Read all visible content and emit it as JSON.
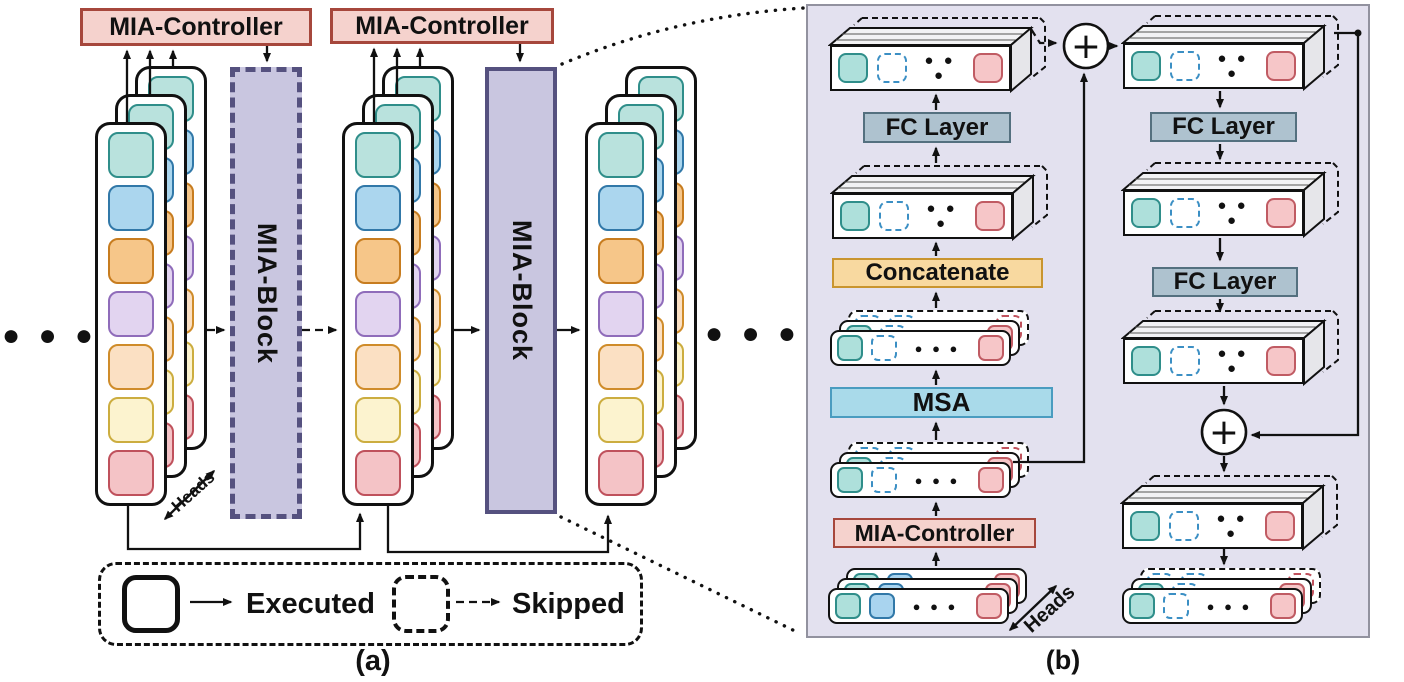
{
  "figure": {
    "panel_a_label": "(a)",
    "panel_b_label": "(b)"
  },
  "panel_a": {
    "controller1_label": "MIA-Controller",
    "controller2_label": "MIA-Controller",
    "block1_label": "MIA-Block",
    "block2_label": "MIA-Block",
    "heads_label": "Heads",
    "ellipsis_left": "● ● ●",
    "ellipsis_right": "● ● ●",
    "legend": {
      "executed_label": "Executed",
      "skipped_label": "Skipped"
    },
    "token_colors": [
      {
        "name": "teal",
        "fill": "#b9e2dd",
        "border": "#2f8e8a"
      },
      {
        "name": "blue",
        "fill": "#abd6ee",
        "border": "#3178a8"
      },
      {
        "name": "orange",
        "fill": "#f6c689",
        "border": "#c77c1f"
      },
      {
        "name": "purple",
        "fill": "#e2d4f0",
        "border": "#8f6cba"
      },
      {
        "name": "peach",
        "fill": "#fbe0c3",
        "border": "#cf8c2a"
      },
      {
        "name": "yellow",
        "fill": "#fcf3cf",
        "border": "#ccad3f"
      },
      {
        "name": "red",
        "fill": "#f4c3c6",
        "border": "#bf515c"
      }
    ]
  },
  "panel_b": {
    "controller_label": "MIA-Controller",
    "fc_layer_labels": [
      "FC Layer",
      "FC Layer",
      "FC Layer"
    ],
    "concatenate_label": "Concatenate",
    "msa_label": "MSA",
    "heads_label": "Heads",
    "plus_symbol": "+",
    "bar_dots": "● ● ●",
    "cell_colors": {
      "teal": {
        "fill": "#aee0db",
        "border": "#2f8e8a"
      },
      "blue": {
        "fill": "#a9d4ef",
        "border": "#3178a8"
      },
      "pink": {
        "fill": "#f6c6c8",
        "border": "#c05b63"
      },
      "ghost_border": "#3b8fc4",
      "ghost_red_border": "#c0525d"
    },
    "bar_variants": {
      "after": [
        "teal",
        "ghost",
        "dots",
        "pink"
      ],
      "input": [
        "teal",
        "blue",
        "dots",
        "pink"
      ],
      "ghostbar": [
        "ghost",
        "ghost",
        "spacer",
        "ghost-red"
      ]
    }
  },
  "colors": {
    "ink": "#111111",
    "controller_bg": "#f5d2cd",
    "controller_border": "#a6473c",
    "block_bg": "#c9c6e0",
    "block_border": "#55517f",
    "panel_b_bg": "#e3e1ef",
    "panel_b_border": "#92929f",
    "fc_bg": "#aec2cf",
    "fc_border": "#54707f",
    "concat_bg": "#f8d9a0",
    "concat_border": "#c9952f",
    "msa_bg": "#a9daea",
    "msa_border": "#4a9cc0"
  }
}
